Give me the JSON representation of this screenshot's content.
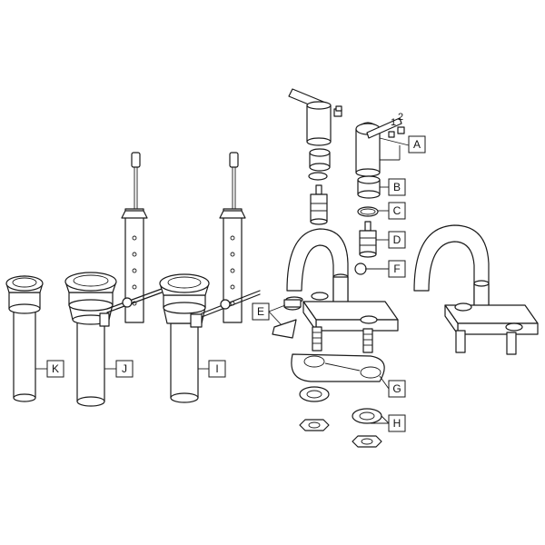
{
  "callouts": {
    "A": "A",
    "B": "B",
    "C": "C",
    "D": "D",
    "E": "E",
    "F": "F",
    "G": "G",
    "H": "H",
    "I": "I",
    "J": "J",
    "K": "K"
  },
  "screw_numbers": {
    "one": "1",
    "two": "2"
  }
}
